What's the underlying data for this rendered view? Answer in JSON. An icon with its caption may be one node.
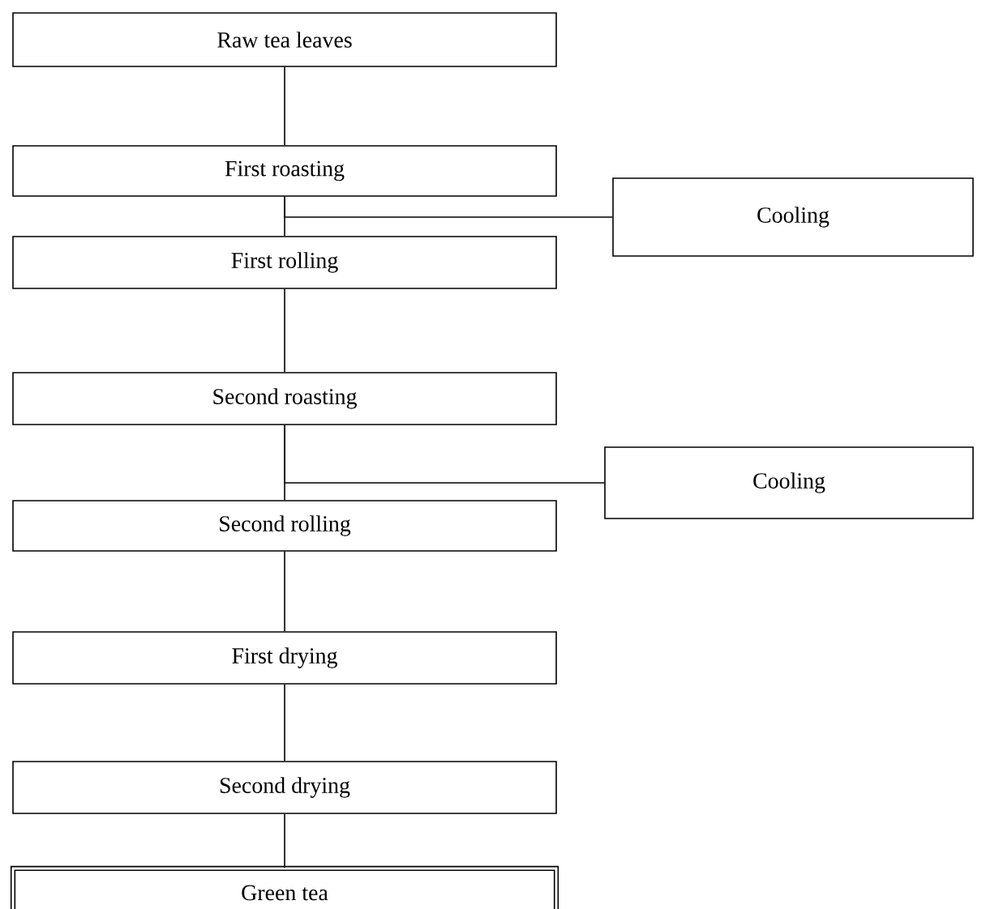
{
  "diagram": {
    "nodes": [
      {
        "text": [
          "Raw tea leaves"
        ]
      },
      {
        "text": [
          "First roasting"
        ]
      },
      {
        "text": [
          "Cooling"
        ]
      },
      {
        "text": [
          "First rolling"
        ]
      },
      {
        "text": [
          "Second roasting"
        ]
      },
      {
        "text": [
          "Cooling"
        ]
      },
      {
        "text": [
          "Second rolling"
        ]
      },
      {
        "text": [
          "First drying"
        ]
      },
      {
        "text": [
          "Second drying"
        ]
      },
      {
        "text": [
          "Green tea"
        ]
      }
    ],
    "edges": [
      {
        "from": 0,
        "to": 1,
        "arrow": "none"
      },
      {
        "from": 1,
        "to": 3,
        "arrow": "none"
      },
      {
        "from": 1,
        "to": 2,
        "arrow": "none"
      },
      {
        "from": 3,
        "to": 4,
        "arrow": "none"
      },
      {
        "from": 4,
        "to": 6,
        "arrow": "none"
      },
      {
        "from": 4,
        "to": 5,
        "arrow": "none"
      },
      {
        "from": 6,
        "to": 7,
        "arrow": "none"
      },
      {
        "from": 7,
        "to": 8,
        "arrow": "none"
      },
      {
        "from": 8,
        "to": 9,
        "arrow": "none"
      }
    ]
  }
}
